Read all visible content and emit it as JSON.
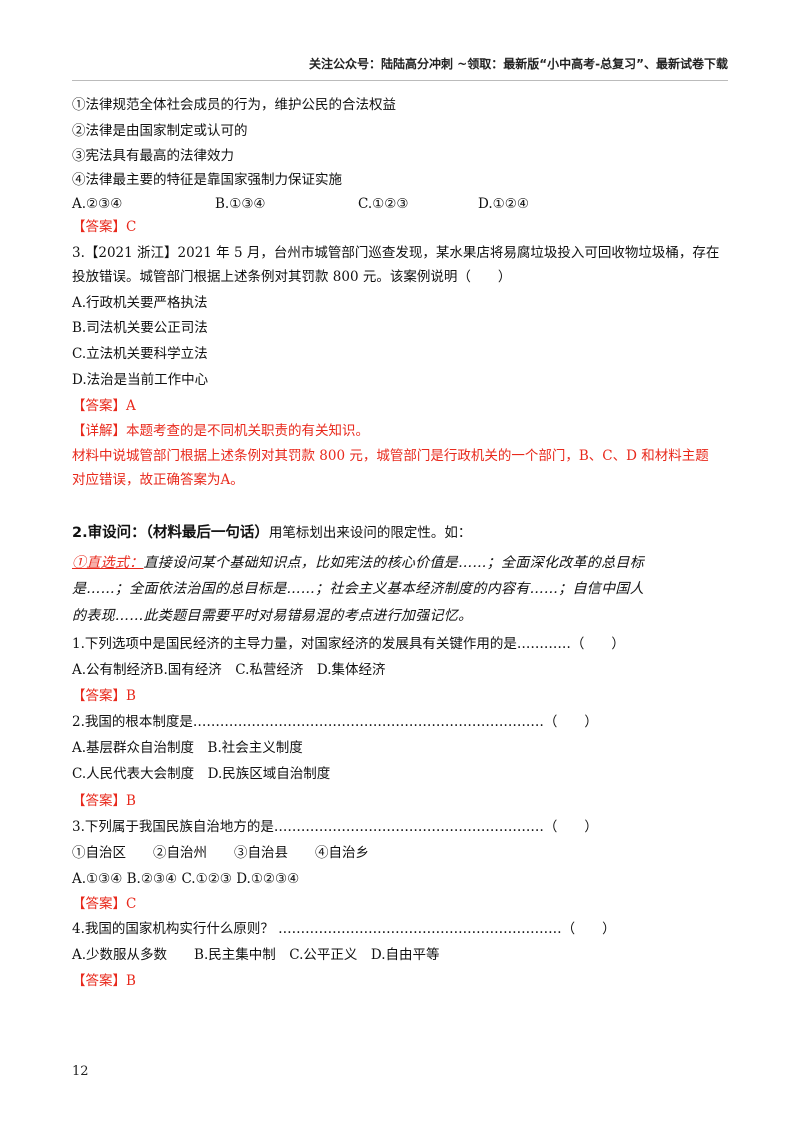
{
  "header": {
    "text": "关注公众号：陆陆高分冲刺 ~领取：最新版“小中高考-总复习”、最新试卷下载"
  },
  "block1": {
    "s1": "①法律规范全体社会成员的行为，维护公民的合法权益",
    "s2": "②法律是由国家制定或认可的",
    "s3": "③宪法具有最高的法律效力",
    "s4": "④法律最主要的特征是靠国家强制力保证实施",
    "optA": "A.②③④",
    "optB": "B.①③④",
    "optC": "C.①②③",
    "optD": "D.①②④",
    "answer": "【答案】C"
  },
  "q3": {
    "stem1": "3.【2021 浙江】2021 年 5 月，台州市城管部门巡查发现，某水果店将易腐垃圾投入可回收物垃圾桶，存在",
    "stem2": "投放错误。城管部门根据上述条例对其罚款 800 元。该案例说明（　　）",
    "optA": "A.行政机关要严格执法",
    "optB": "B.司法机关要公正司法",
    "optC": "C.立法机关要科学立法",
    "optD": "D.法治是当前工作中心",
    "answer": "【答案】A",
    "detail": "【详解】本题考查的是不同机关职责的有关知识。",
    "exp1": "材料中说城管部门根据上述条例对其罚款 800 元，城管部门是行政机关的一个部门，B、C、D 和材料主题",
    "exp2": "对应错误，故正确答案为A。"
  },
  "section2": {
    "title": "2.审设问：（材料最后一句话）",
    "title_rest": "用笔标划出来设问的限定性。如：",
    "type_label": "①直选式：",
    "desc1": "直接设问某个基础知识点，比如宪法的核心价值是……；全面深化改革的总目标",
    "desc2": "是……；全面依法治国的总目标是……；社会主义基本经济制度的内容有……；自信中国人",
    "desc3": "的表现……此类题目需要平时对易错易混的考点进行加强记忆。"
  },
  "questions": [
    {
      "stem": "1.下列选项中是国民经济的主导力量，对国家经济的发展具有关键作用的是…………（　　）",
      "options": "A.公有制经济B.国有经济　C.私营经济　D.集体经济",
      "answer": "【答案】B"
    },
    {
      "stem": "2.我国的根本制度是……………………………………………………………………（　　）",
      "options1": "A.基层群众自治制度　B.社会主义制度",
      "options2": "C.人民代表大会制度　D.民族区域自治制度",
      "answer": "【答案】B"
    },
    {
      "stem": "3.下列属于我国民族自治地方的是……………………………………………………（　　）",
      "items": "①自治区　　②自治州　　③自治县　　④自治乡",
      "options": "A.①③④ B.②③④ C.①②③ D.①②③④",
      "answer": "【答案】C"
    },
    {
      "stem": "4.我国的国家机构实行什么原则？ ………………………………………………………（　　）",
      "options": "A.少数服从多数　　B.民主集中制　C.公平正义　D.自由平等",
      "answer": "【答案】B"
    }
  ],
  "page_number": "12"
}
